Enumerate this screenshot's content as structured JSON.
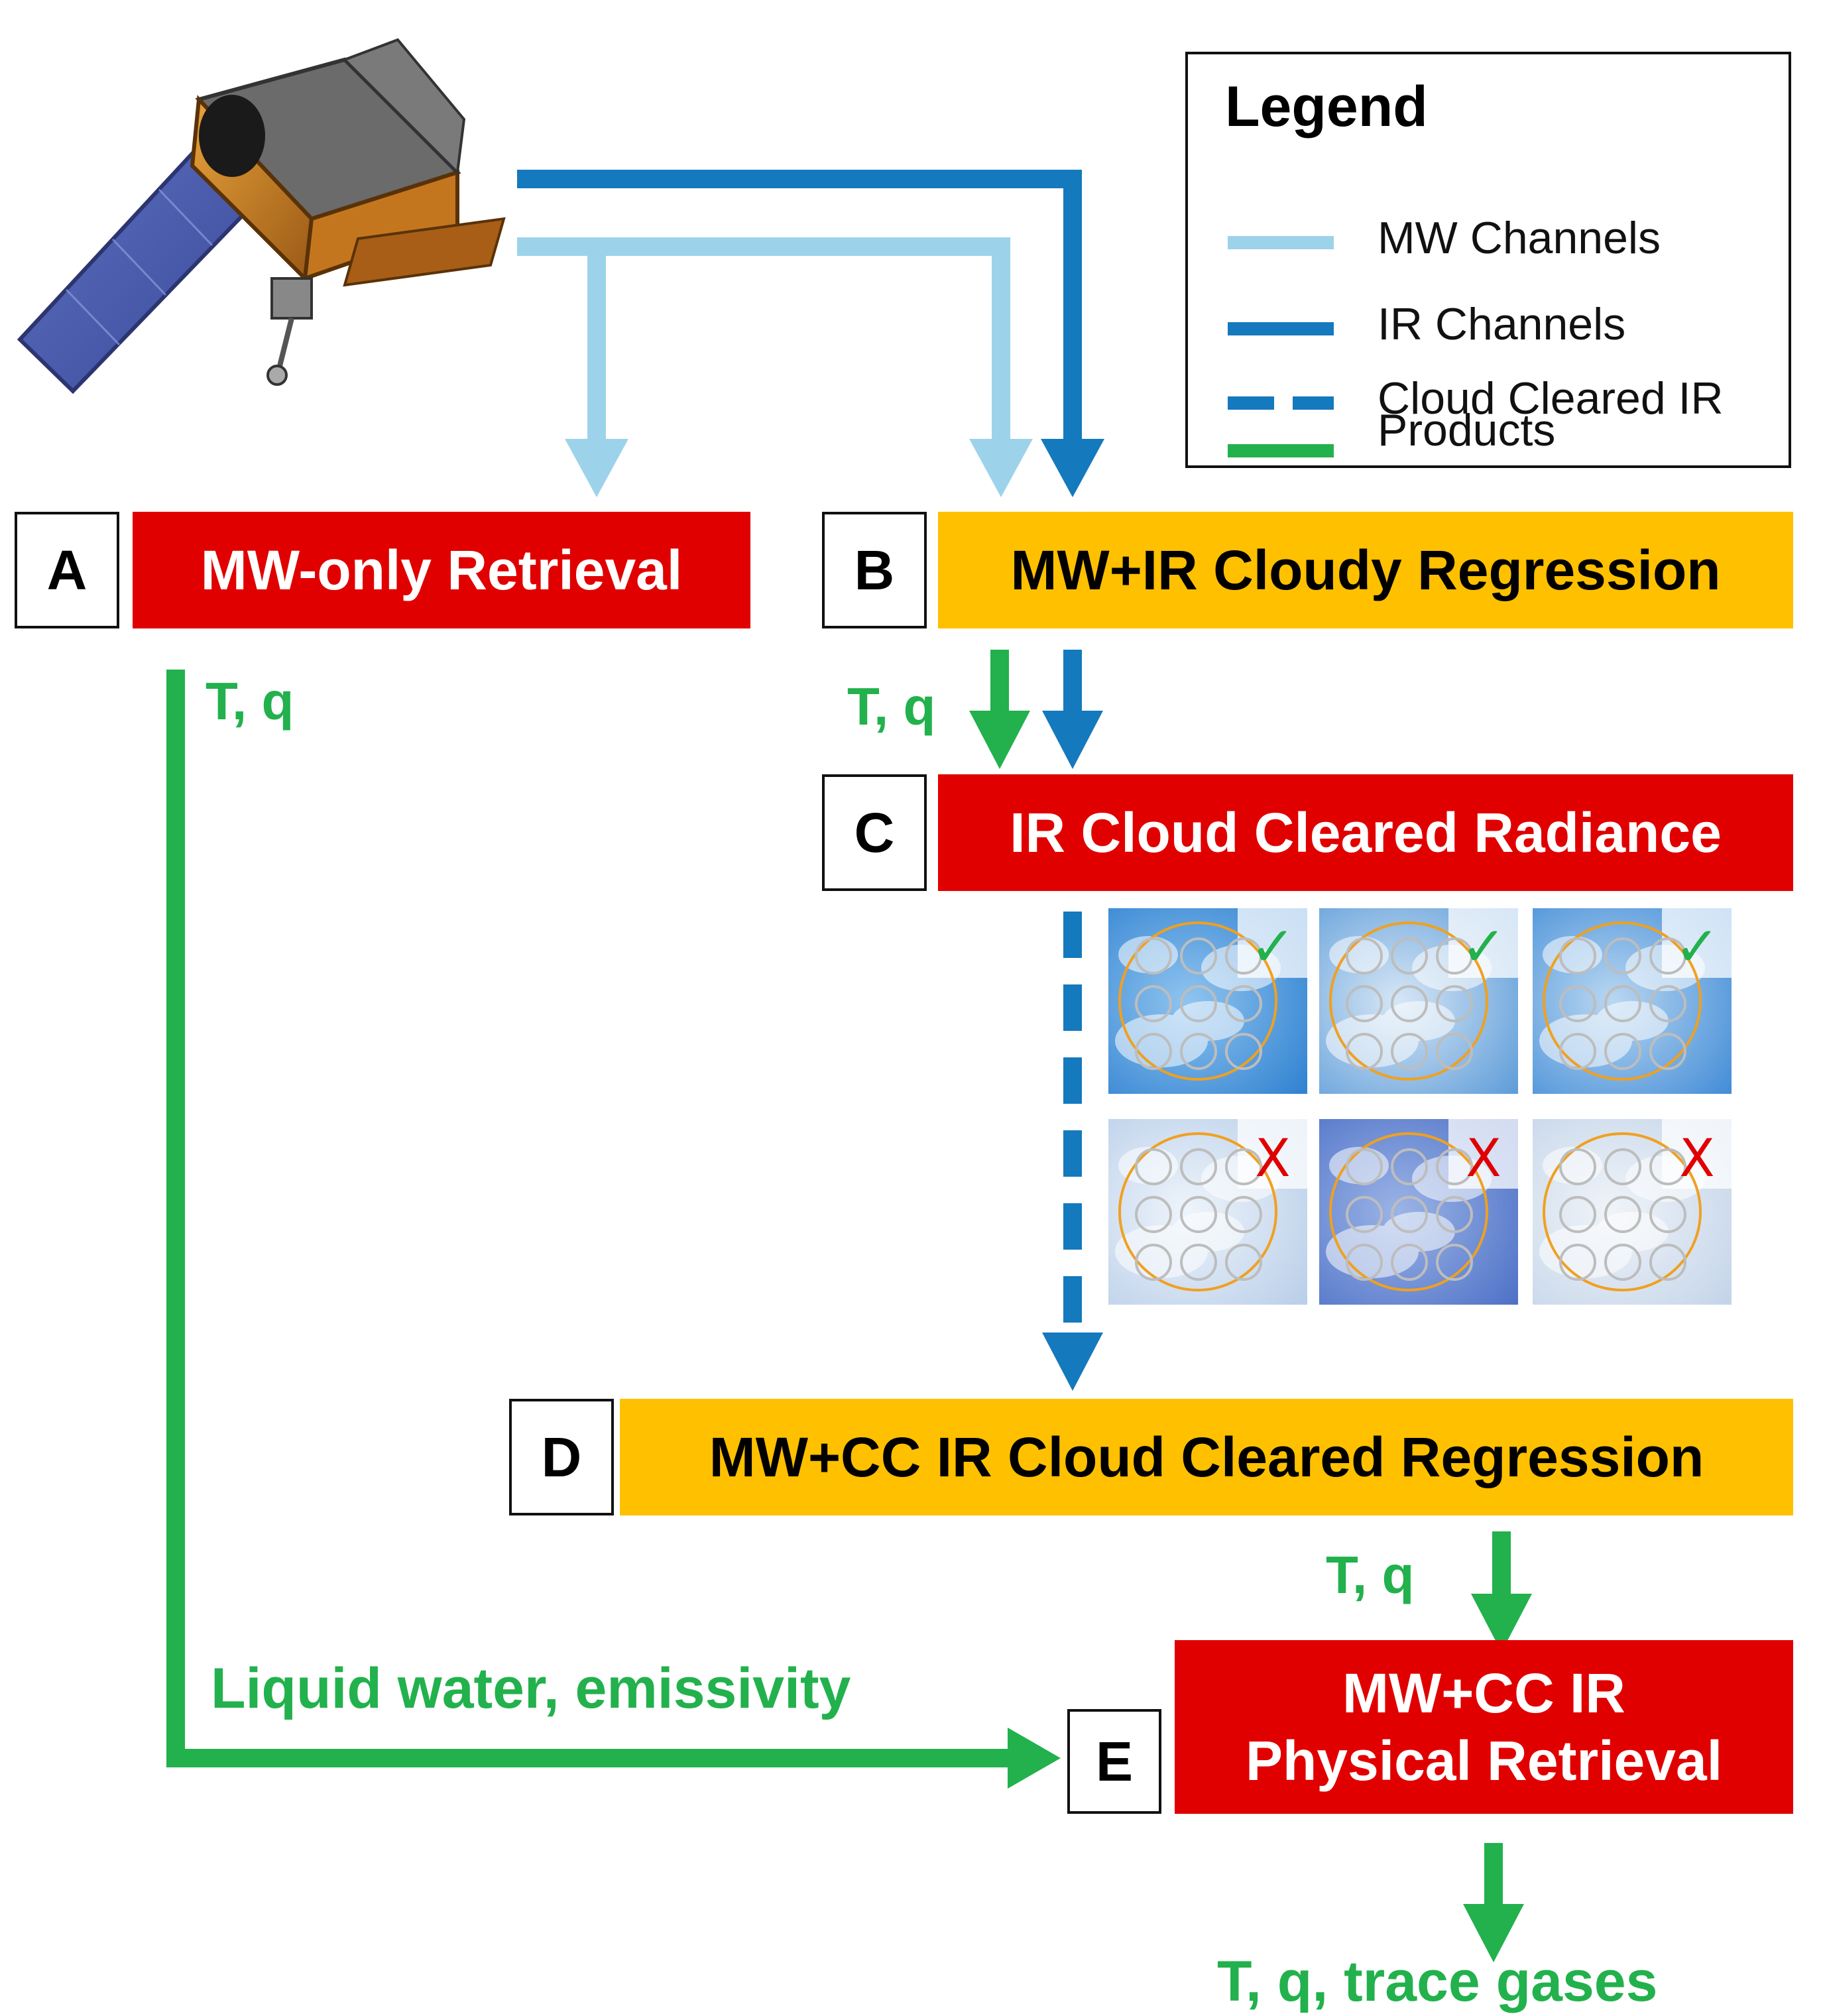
{
  "legend": {
    "title": "Legend",
    "entries": [
      {
        "label": "MW Channels",
        "color": "#9dd3ea",
        "style": "solid"
      },
      {
        "label": "IR Channels",
        "color": "#1479bd",
        "style": "solid"
      },
      {
        "label": "Cloud Cleared IR",
        "color": "#1479bd",
        "style": "dashed"
      },
      {
        "label": "Products",
        "color": "#22b14c",
        "style": "solid"
      }
    ]
  },
  "steps": {
    "A": {
      "letter": "A",
      "title": "MW-only Retrieval",
      "color": "#e00000"
    },
    "B": {
      "letter": "B",
      "title": "MW+IR Cloudy Regression",
      "color": "#ffc000"
    },
    "C": {
      "letter": "C",
      "title": "IR Cloud Cleared Radiance",
      "color": "#e00000"
    },
    "D": {
      "letter": "D",
      "title": "MW+CC IR Cloud Cleared Regression",
      "color": "#ffc000"
    },
    "E": {
      "letter": "E",
      "title_line1": "MW+CC IR",
      "title_line2": "Physical Retrieval",
      "color": "#e00000"
    }
  },
  "products": {
    "a_out": "T, q",
    "b_out": "T, q",
    "d_out": "T, q",
    "a_to_e": "Liquid water, emissivity",
    "final": "T, q, trace gases"
  },
  "cloud_scenes": {
    "top_row_mark": "✓",
    "bottom_row_mark": "X",
    "mark_colors": {
      "accept": "#22b14c",
      "reject": "#e00000"
    }
  },
  "colors": {
    "mw": "#9dd3ea",
    "ir": "#1479bd",
    "product": "#22b14c",
    "red_box": "#e00000",
    "amber_box": "#ffc000"
  }
}
